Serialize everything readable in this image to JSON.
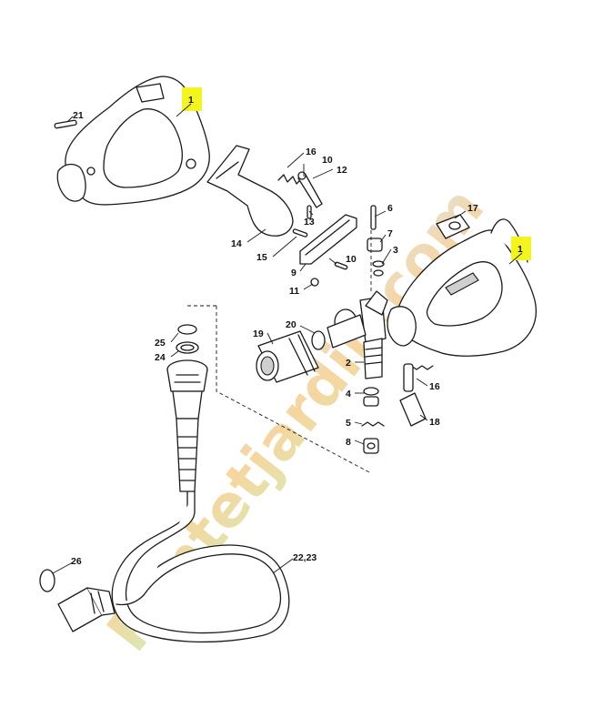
{
  "watermark": {
    "text": "Pontetjardin.com",
    "colors": {
      "start": "#c9e39a",
      "middle": "#f5c77e",
      "end": "#d9d6cc"
    }
  },
  "highlight_color": "#f4f41f",
  "callouts": {
    "p1_left": "1",
    "p1_right": "1",
    "p21": "21",
    "p16_top": "16",
    "p10_top": "10",
    "p12": "12",
    "p13": "13",
    "p14": "14",
    "p15": "15",
    "p9": "9",
    "p10_mid": "10",
    "p11": "11",
    "p6": "6",
    "p7": "7",
    "p3": "3",
    "p17": "17",
    "p19": "19",
    "p20": "20",
    "p2": "2",
    "p4": "4",
    "p5": "5",
    "p8": "8",
    "p16_bottom": "16",
    "p18": "18",
    "p25": "25",
    "p24": "24",
    "p26": "26",
    "p22_23": "22,23"
  },
  "icons": [
    "spray-gun-handle-left",
    "spray-gun-handle-right",
    "trigger-lever",
    "hose",
    "connector"
  ]
}
